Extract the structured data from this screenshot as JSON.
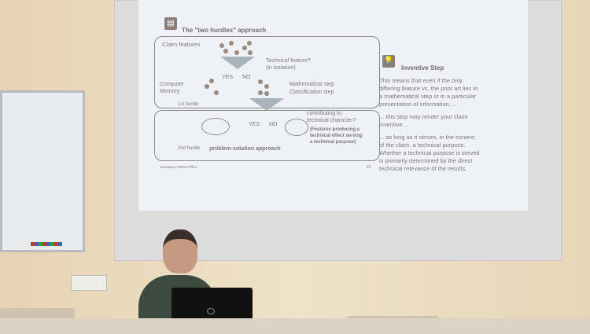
{
  "slide": {
    "title": "The \"two hurdles\" approach",
    "claim_features": "Claim features",
    "technical_feature": "Technical feature?",
    "in_isolation": "(in isolation)",
    "yes": "YES",
    "no": "NO",
    "computer": "Computer",
    "memory": "Memory",
    "math_step": "Mathematical step",
    "class_step": "Classification step",
    "hurdle1": "1st hurdle",
    "contrib1": "contributing to",
    "contrib2": "technical character?",
    "feat1": "(Features producing a",
    "feat2": "technical effect serving",
    "feat3": "a technical purpose)",
    "hurdle2": "2nd hurdle",
    "psa": "problem-solution approach",
    "footer": "European Patent Office",
    "page": "21",
    "side_title": "Inventive Step",
    "bullets": [
      [
        "This means that even if the only",
        "differing feature vs. the prior art lies in",
        "a mathematical step or in a particular",
        "presentation of information, ..."
      ],
      [
        "... this step may render your claim",
        "inventive ..."
      ],
      [
        "... as long as it serves, in the context",
        "of the claim, a technical purpose.",
        "Whether a technical purpose is served",
        "is primarily determined by the direct",
        "technical relevance of the results."
      ]
    ]
  }
}
